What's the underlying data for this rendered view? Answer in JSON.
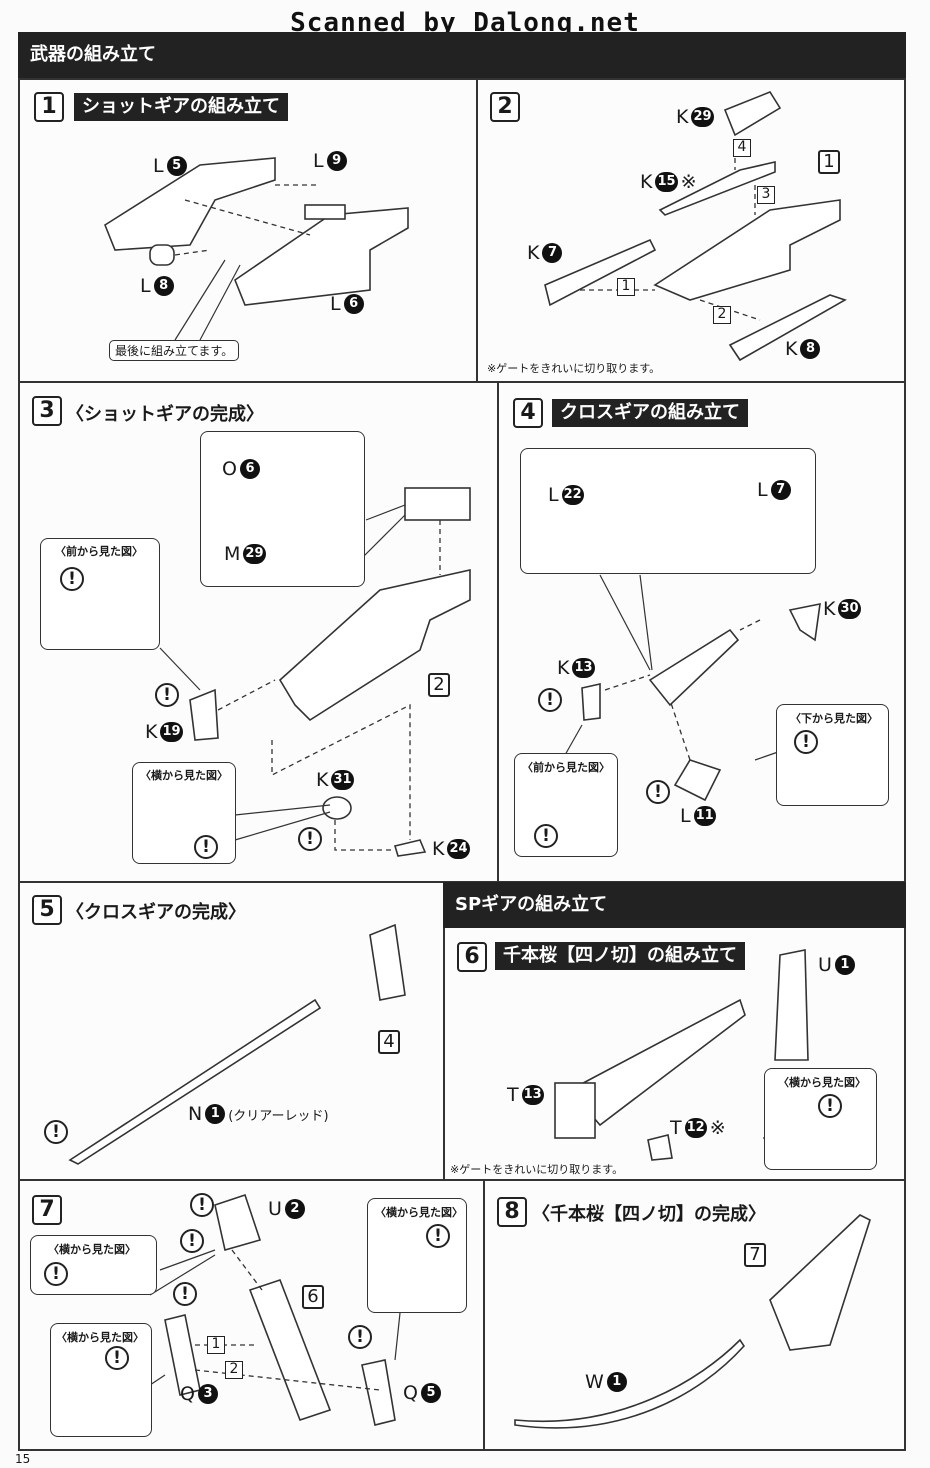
{
  "scan_credit": "Scanned by Dalong.net",
  "section_title": "武器の組み立て",
  "sp_section_title": "SPギアの組み立て",
  "page_number": "15",
  "gate_note": "※ゲートをきれいに切り取ります。",
  "views": {
    "front": "〈前から見た図〉",
    "side": "〈横から見た図〉",
    "bottom": "〈下から見た図〉"
  },
  "steps": [
    {
      "num": "1",
      "title": "ショットギアの組み立て",
      "note": "最後に組み立てます。",
      "parts": [
        {
          "l": "L",
          "n": "5"
        },
        {
          "l": "L",
          "n": "9"
        },
        {
          "l": "L",
          "n": "8"
        },
        {
          "l": "L",
          "n": "6"
        }
      ]
    },
    {
      "num": "2",
      "ref": "1",
      "order": [
        "1",
        "2",
        "3",
        "4"
      ],
      "parts": [
        {
          "l": "K",
          "n": "29"
        },
        {
          "l": "K",
          "n": "15",
          "mark": "※"
        },
        {
          "l": "K",
          "n": "7"
        },
        {
          "l": "K",
          "n": "8"
        }
      ]
    },
    {
      "num": "3",
      "title": "〈ショットギアの完成〉",
      "ref": "2",
      "parts": [
        {
          "l": "O",
          "n": "6"
        },
        {
          "l": "M",
          "n": "29"
        },
        {
          "l": "K",
          "n": "19"
        },
        {
          "l": "K",
          "n": "31"
        },
        {
          "l": "K",
          "n": "24"
        }
      ]
    },
    {
      "num": "4",
      "title": "クロスギアの組み立て",
      "parts": [
        {
          "l": "L",
          "n": "22"
        },
        {
          "l": "L",
          "n": "7"
        },
        {
          "l": "K",
          "n": "30"
        },
        {
          "l": "K",
          "n": "13"
        },
        {
          "l": "L",
          "n": "11"
        }
      ]
    },
    {
      "num": "5",
      "title": "〈クロスギアの完成〉",
      "ref": "4",
      "parts": [
        {
          "l": "N",
          "n": "1",
          "extra": "(クリアーレッド)"
        }
      ]
    },
    {
      "num": "6",
      "title": "千本桜【四ノ切】の組み立て",
      "parts": [
        {
          "l": "U",
          "n": "1"
        },
        {
          "l": "T",
          "n": "13"
        },
        {
          "l": "T",
          "n": "12",
          "mark": "※"
        }
      ]
    },
    {
      "num": "7",
      "ref": "6",
      "order": [
        "1",
        "2"
      ],
      "parts": [
        {
          "l": "U",
          "n": "2"
        },
        {
          "l": "Q",
          "n": "3"
        },
        {
          "l": "Q",
          "n": "5"
        }
      ]
    },
    {
      "num": "8",
      "title": "〈千本桜【四ノ切】の完成〉",
      "ref": "7",
      "parts": [
        {
          "l": "W",
          "n": "1"
        }
      ]
    }
  ],
  "warning_mark": "!"
}
